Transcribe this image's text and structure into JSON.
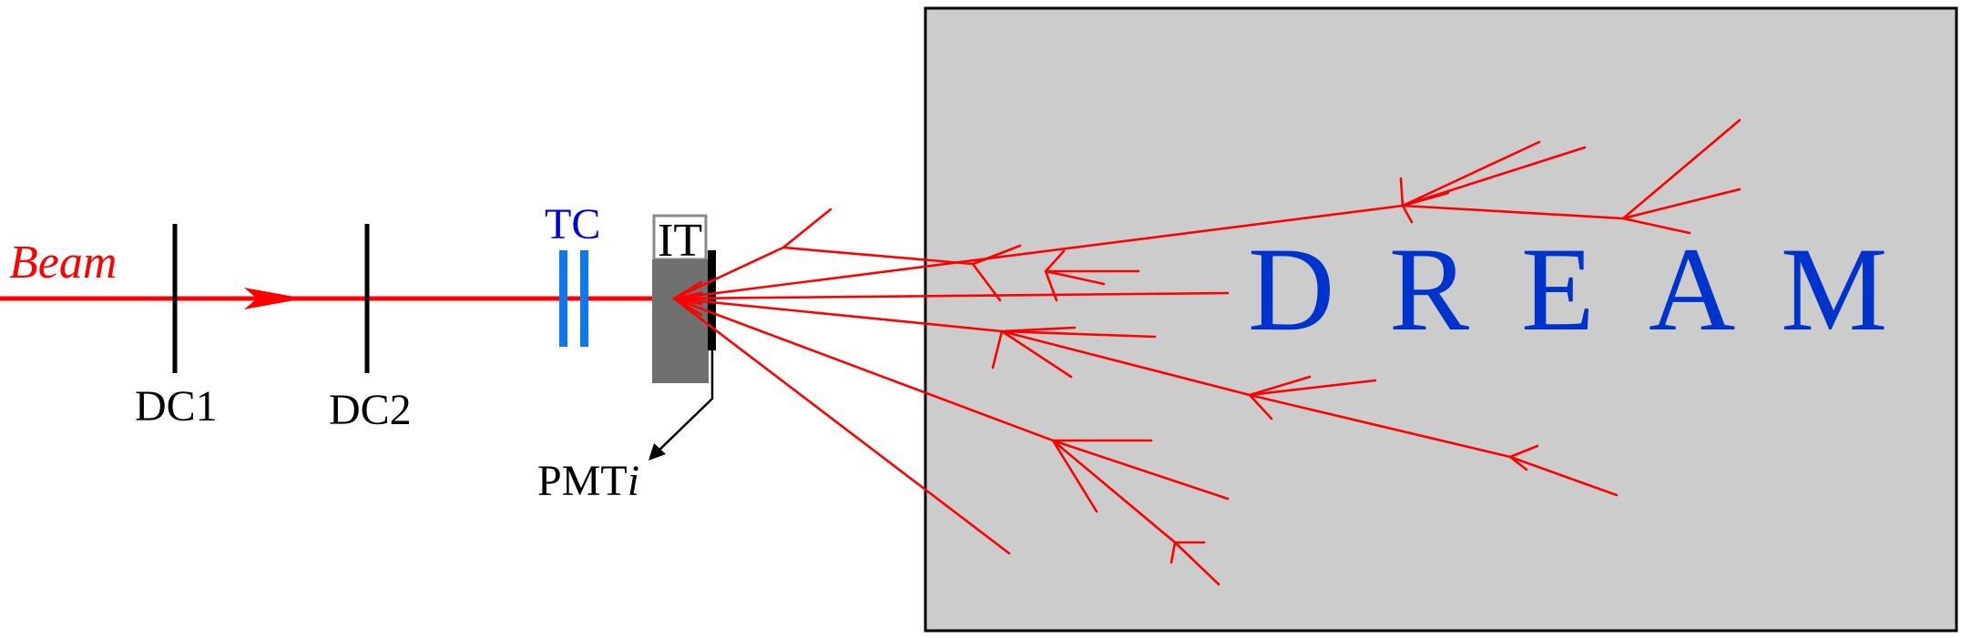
{
  "labels": {
    "beam": "Beam",
    "dc1": "DC1",
    "dc2": "DC2",
    "tc": "TC",
    "it": "IT",
    "pmt": "PMT",
    "pmt_suffix": "i",
    "dream_letters": [
      "D",
      "R",
      "E",
      "A",
      "M"
    ]
  },
  "colors": {
    "beam": "#ff0000",
    "tc": "#1177ee",
    "tc_label": "#0000dd",
    "dream_label": "#0033cc",
    "calorimeter_fill": "#cccccc",
    "target_fill": "#707070"
  }
}
